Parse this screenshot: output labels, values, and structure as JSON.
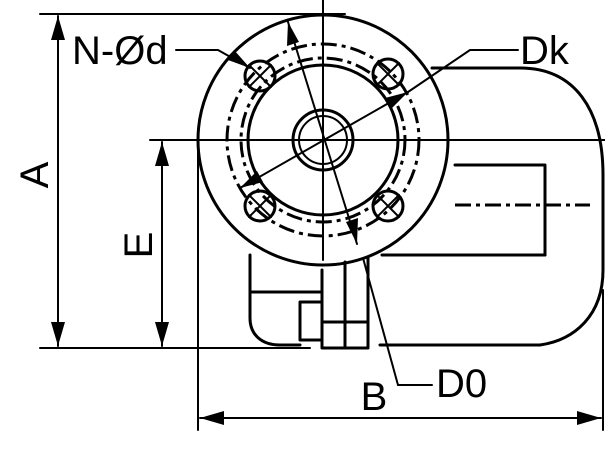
{
  "labels": {
    "n_od": "N-Ød",
    "dk": "Dk",
    "a": "A",
    "e": "E",
    "b": "B",
    "d0": "D0"
  }
}
